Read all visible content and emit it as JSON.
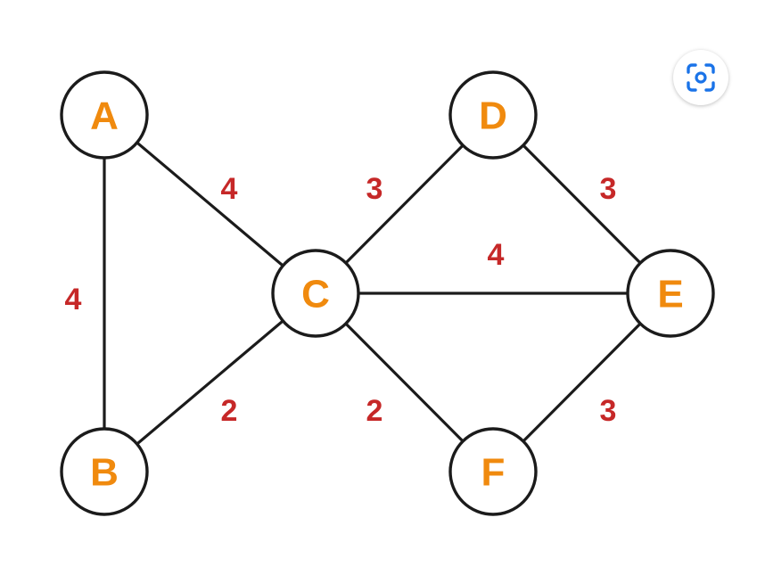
{
  "colors": {
    "node_label": "#F08A0E",
    "edge_weight": "#C62828",
    "stroke": "#1B1B1B",
    "lens_icon": "#1A73E8"
  },
  "nodes": [
    {
      "id": "A",
      "label": "A"
    },
    {
      "id": "B",
      "label": "B"
    },
    {
      "id": "C",
      "label": "C"
    },
    {
      "id": "D",
      "label": "D"
    },
    {
      "id": "E",
      "label": "E"
    },
    {
      "id": "F",
      "label": "F"
    }
  ],
  "edges": [
    {
      "from": "A",
      "to": "B",
      "weight": "4"
    },
    {
      "from": "A",
      "to": "C",
      "weight": "4"
    },
    {
      "from": "B",
      "to": "C",
      "weight": "2"
    },
    {
      "from": "C",
      "to": "D",
      "weight": "3"
    },
    {
      "from": "C",
      "to": "E",
      "weight": "4"
    },
    {
      "from": "C",
      "to": "F",
      "weight": "2"
    },
    {
      "from": "D",
      "to": "E",
      "weight": "3"
    },
    {
      "from": "E",
      "to": "F",
      "weight": "3"
    }
  ],
  "overlay": {
    "icon": "lens-search-icon"
  }
}
